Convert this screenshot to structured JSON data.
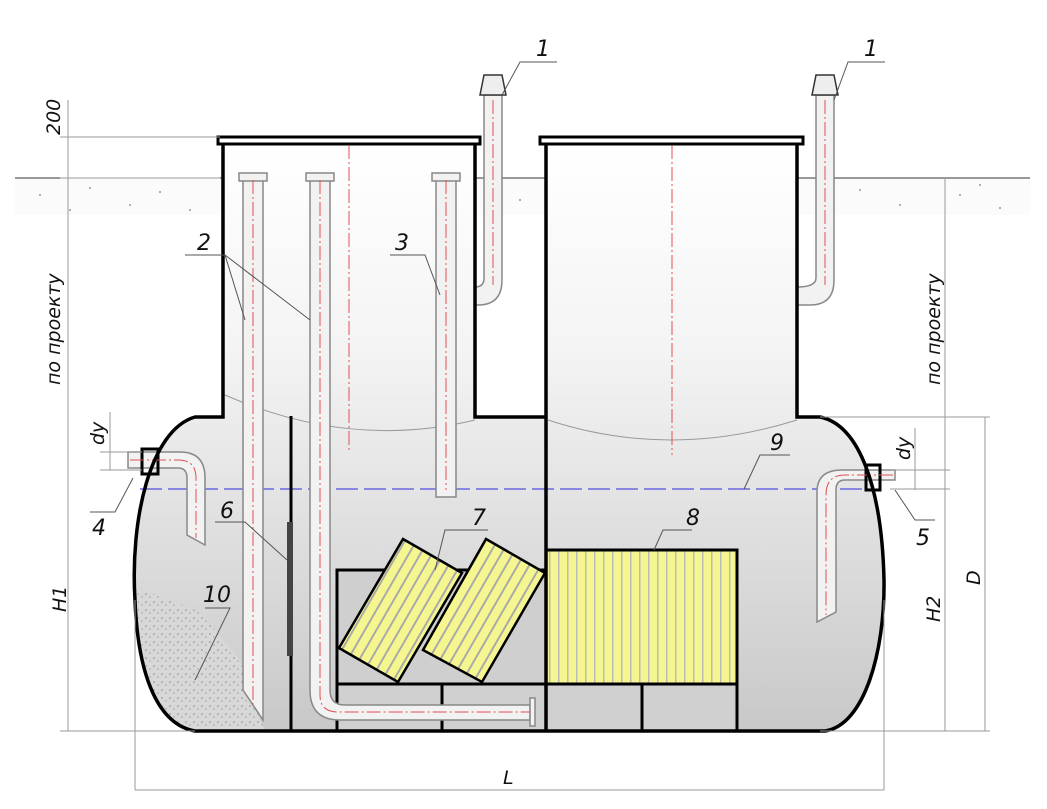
{
  "labels": {
    "vent_left": "1",
    "vent_right": "1",
    "pipe_2": "2",
    "pipe_3": "3",
    "inlet_4": "4",
    "outlet_5": "5",
    "baffle_6": "6",
    "module_7": "7",
    "module_8": "8",
    "water_level_9": "9",
    "sediment_10": "10"
  },
  "dimensions": {
    "top_200": "200",
    "depth_left": "по проекту",
    "depth_right": "по проекту",
    "dy_left": "dy",
    "dy_right": "dy",
    "h1": "H1",
    "h2": "H2",
    "d": "D",
    "l": "L"
  },
  "colors": {
    "filter_media": "#f4f47a",
    "water_line": "#5050e0",
    "axis_line": "#e05050"
  }
}
